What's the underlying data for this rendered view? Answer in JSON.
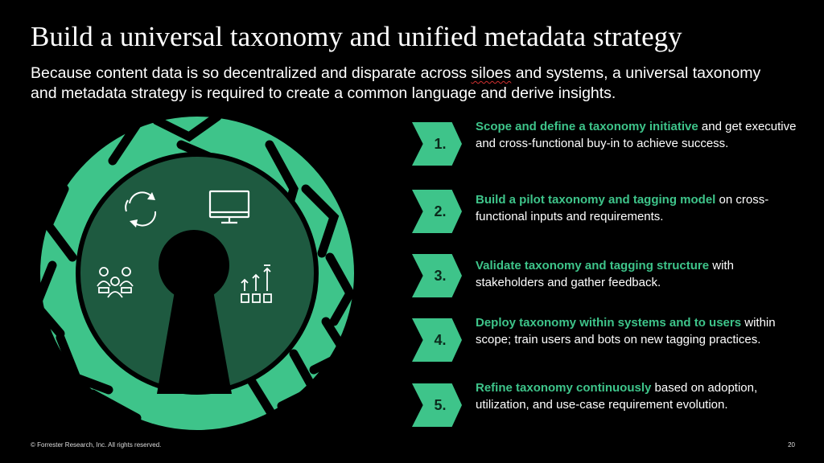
{
  "slide": {
    "title": "Build a universal taxonomy and unified metadata strategy",
    "subtitle_before": "Because content data is so decentralized and disparate across ",
    "subtitle_flagged": "siloes",
    "subtitle_after": " and systems, a universal taxonomy and metadata strategy is required to create a common language and derive insights."
  },
  "steps": [
    {
      "number": "1.",
      "highlight": "Scope and define a taxonomy initiative",
      "rest": " and get executive and cross-functional buy-in to achieve success."
    },
    {
      "number": "2.",
      "highlight": "Build a pilot taxonomy and tagging model",
      "rest": " on cross-functional inputs and requirements."
    },
    {
      "number": "3.",
      "highlight": "Validate taxonomy and tagging structure",
      "rest": " with stakeholders and gather feedback."
    },
    {
      "number": "4.",
      "highlight": "Deploy taxonomy within systems and to users",
      "rest": " within scope; train users and bots on new tagging practices."
    },
    {
      "number": "5.",
      "highlight": "Refine taxonomy continuously",
      "rest": " based on adoption, utilization, and use-case requirement evolution."
    }
  ],
  "footer": {
    "copyright": "© Forrester Research, Inc. All rights reserved.",
    "page_number": "20"
  },
  "colors": {
    "accent": "#3ec48a",
    "inner_circle": "#1e5a40",
    "background": "#000000"
  },
  "icons": [
    "cycle-arrows-icon",
    "monitor-icon",
    "team-icon",
    "growth-chart-icon",
    "keyhole-icon"
  ]
}
